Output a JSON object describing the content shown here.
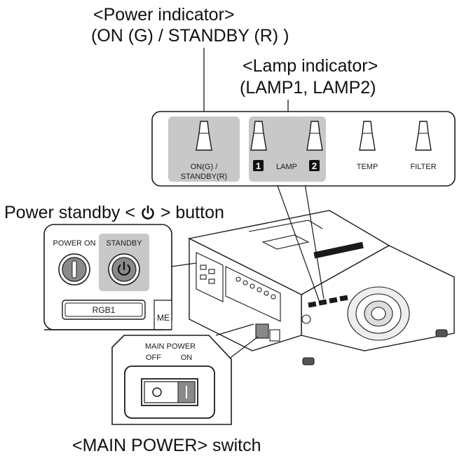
{
  "callouts": {
    "power_indicator_title": "<Power indicator>",
    "power_indicator_detail": "(ON (G) / STANDBY (R) )",
    "lamp_indicator_title": "<Lamp indicator>",
    "lamp_indicator_detail": "(LAMP1, LAMP2)",
    "standby_button_prefix": "Power standby <",
    "standby_button_suffix": "> button",
    "main_power_switch": "<MAIN POWER> switch"
  },
  "indicator_panel": {
    "on_standby_line1": "ON(G) /",
    "on_standby_line2": "STANDBY(R)",
    "lamp_label": "LAMP",
    "lamp1_badge": "1",
    "lamp2_badge": "2",
    "temp_label": "TEMP",
    "filter_label": "FILTER"
  },
  "button_panel": {
    "power_on_label": "POWER ON",
    "standby_label": "STANDBY",
    "rgb1_label": "RGB1",
    "menu_label_partial": "ME"
  },
  "main_power_panel": {
    "title": "MAIN POWER",
    "off_label": "OFF",
    "on_label": "ON"
  },
  "icons": {
    "standby": "power-standby-icon",
    "power_on": "power-on-bar-icon",
    "rocker": "rocker-switch-icon"
  },
  "colors": {
    "highlight": "#c8c8c8",
    "line": "#1a1a1a",
    "button_fill": "#8a8a8a"
  }
}
